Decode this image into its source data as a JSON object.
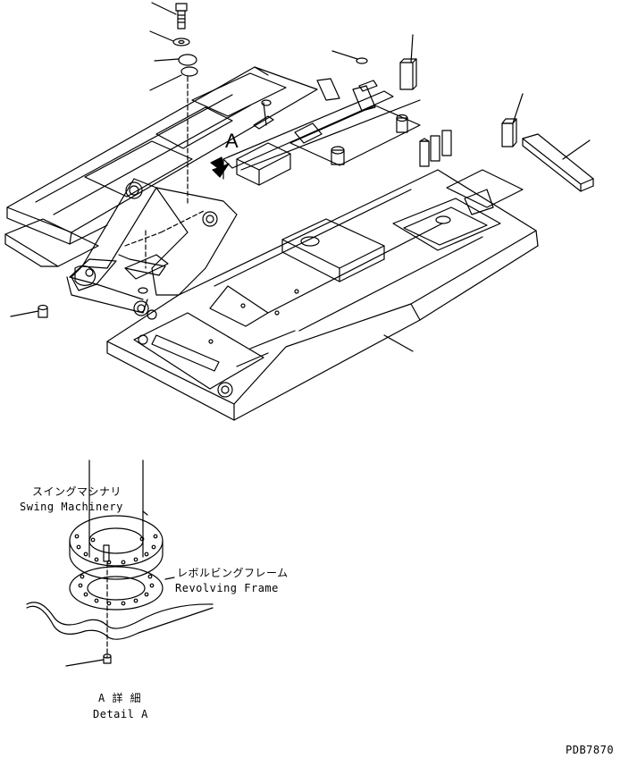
{
  "labels": {
    "callout_a": "A",
    "swing_machinery_jp": "スイングマシナリ",
    "swing_machinery_en": "Swing Machinery",
    "revolving_frame_jp": "レボルビングフレーム",
    "revolving_frame_en": "Revolving Frame",
    "detail_jp": "A 詳 細",
    "detail_en": "Detail A",
    "drawing_number": "PDB7870"
  },
  "colors": {
    "line": "#000000",
    "background": "#ffffff"
  }
}
